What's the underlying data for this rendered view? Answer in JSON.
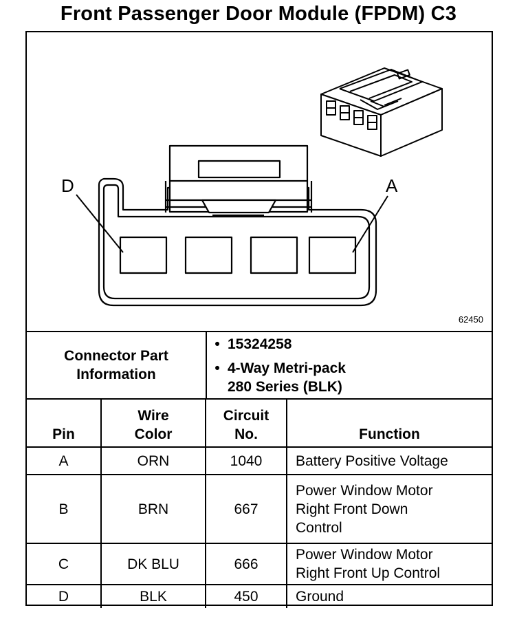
{
  "title": "Front Passenger Door Module (FPDM) C3",
  "figure": {
    "id": "62450",
    "callout_left": "D",
    "callout_right": "A"
  },
  "connector_info": {
    "label_line1": "Connector Part",
    "label_line2": "Information",
    "bullet": "•",
    "part_number": "15324258",
    "description_line1": "4-Way Metri-pack",
    "description_line2": "280 Series (BLK)"
  },
  "table": {
    "headers": {
      "pin": "Pin",
      "wire_color_1": "Wire",
      "wire_color_2": "Color",
      "circuit_1": "Circuit",
      "circuit_2": "No.",
      "function": "Function"
    },
    "rows": [
      {
        "pin": "A",
        "wire_color": "ORN",
        "circuit": "1040",
        "function_lines": [
          "Battery Positive Voltage"
        ]
      },
      {
        "pin": "B",
        "wire_color": "BRN",
        "circuit": "667",
        "function_lines": [
          "Power Window Motor",
          "Right Front Down",
          "Control"
        ]
      },
      {
        "pin": "C",
        "wire_color": "DK BLU",
        "circuit": "666",
        "function_lines": [
          "Power Window Motor",
          "Right Front Up Control"
        ]
      },
      {
        "pin": "D",
        "wire_color": "BLK",
        "circuit": "450",
        "function_lines": [
          "Ground"
        ]
      }
    ]
  }
}
